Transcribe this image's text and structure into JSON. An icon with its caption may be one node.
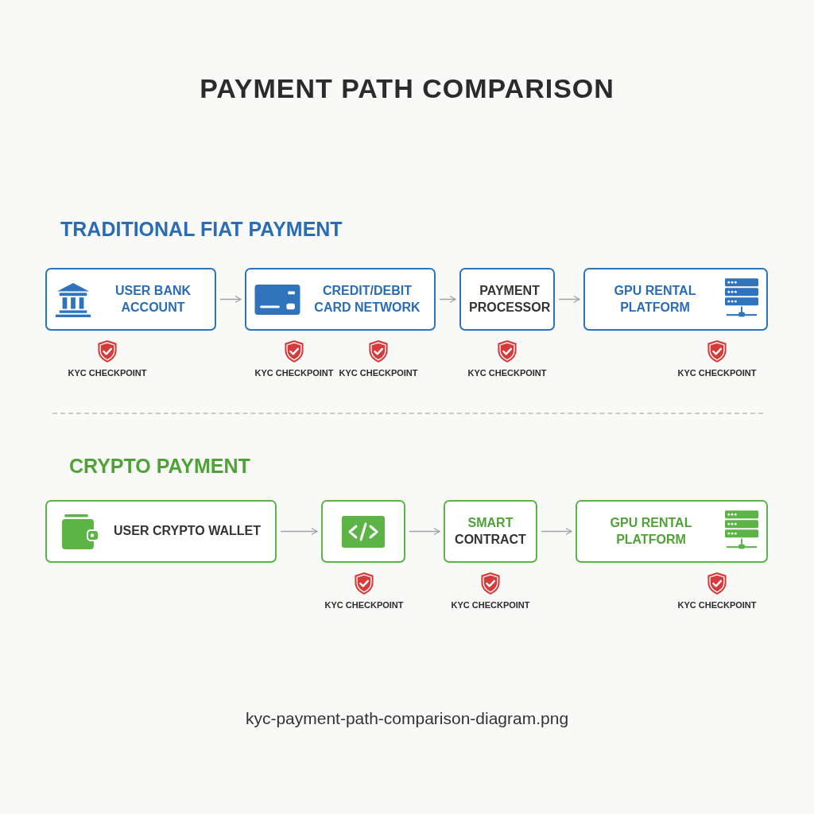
{
  "diagram": {
    "title": "PAYMENT PATH COMPARISON",
    "caption": "kyc-payment-path-comparison-diagram.png",
    "nodes": [
      {
        "text": [
          "USER BANK ACCOUNT"
        ]
      },
      {
        "text": [
          "CREDIT/DEBIT CARD NETWORK"
        ]
      },
      {
        "text": [
          "PAYMENT PROCESSOR"
        ]
      },
      {
        "text": [
          "GPU RENTAL PLATFORM"
        ]
      },
      {
        "text": [
          "USER CRYPTO WALLET"
        ]
      },
      {
        "text": [],
        "shape": "box"
      },
      {
        "text": [
          "SMART",
          "CONTRACT"
        ]
      },
      {
        "text": [
          "GPU RENTAL PLATFORM"
        ]
      }
    ],
    "edges": [
      {
        "from": 0,
        "to": 1,
        "arrow": "to"
      },
      {
        "from": 1,
        "to": 2,
        "arrow": "to"
      },
      {
        "from": 2,
        "to": 3,
        "arrow": "to"
      },
      {
        "from": 4,
        "to": 5,
        "arrow": "to"
      },
      {
        "from": 5,
        "to": 6,
        "arrow": "to"
      },
      {
        "from": 6,
        "to": 7,
        "arrow": "to"
      }
    ],
    "labels": [
      "TRADITIONAL FIAT PAYMENT",
      "KYC CHECKPOINT",
      "KYC CHECKPOINT",
      "KYC CHECKPOINT",
      "KYC CHECKPOINT",
      "KYC CHECKPOINT",
      "CRYPTO PAYMENT",
      "KYC CHECKPOINT",
      "KYC CHECKPOINT",
      "KYC CHECKPOINT"
    ]
  }
}
